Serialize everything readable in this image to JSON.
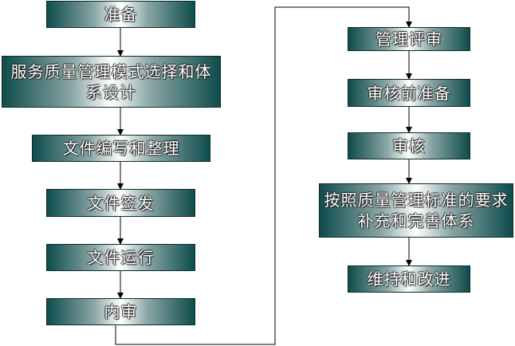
{
  "left_steps": [
    "准备",
    "服务质量管理模式选择和体系设计",
    "文件编写和整理",
    "文件签发",
    "文件运行",
    "内审"
  ],
  "right_steps": [
    "管理评审",
    "审核前准备",
    "审核",
    "按照质量管理标准的要求补充和完善体系",
    "维持和改进"
  ],
  "colors": {
    "box_dark": "#0f4c4c",
    "box_light": "#ffffff",
    "line": "#000000"
  }
}
